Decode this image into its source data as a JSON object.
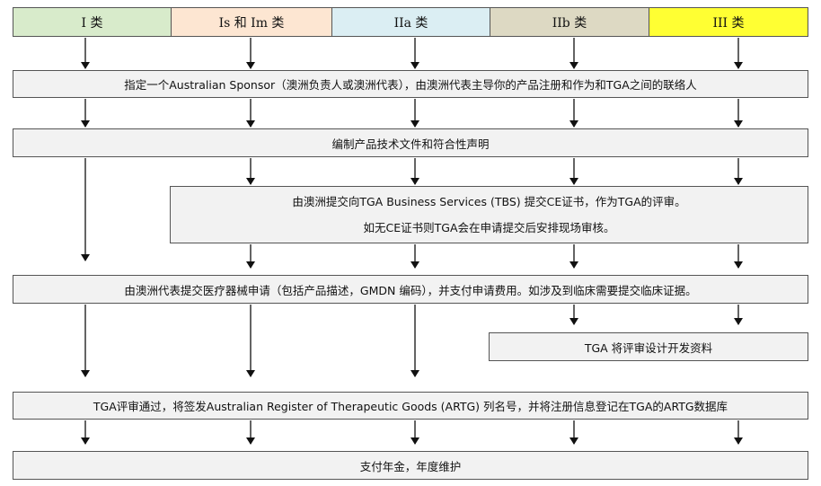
{
  "headers": [
    {
      "label": "I 类",
      "color": "#d8ebcb"
    },
    {
      "label": "Is 和 Im 类",
      "color": "#fde6d2"
    },
    {
      "label": "IIa 类",
      "color": "#dbeef3"
    },
    {
      "label": "IIb 类",
      "color": "#ddd9c3"
    },
    {
      "label": "III 类",
      "color": "#ffff33"
    }
  ],
  "steps": {
    "sponsor": "指定一个Australian Sponsor（澳洲负责人或澳洲代表），由澳洲代表主导你的产品注册和作为和TGA之间的联络人",
    "techfile": "编制产品技术文件和符合性声明",
    "ce_line1": "由澳洲提交向TGA Business Services (TBS)  提交CE证书，作为TGA的评审。",
    "ce_line2": "如无CE证书则TGA会在申请提交后安排现场审核。",
    "application": "由澳洲代表提交医疗器械申请（包括产品描述，GMDN 编码），并支付申请费用。如涉及到临床需要提交临床证据。",
    "design_review": "TGA 将评审设计开发资料",
    "artg": "TGA评审通过，将签发Australian Register of Therapeutic Goods (ARTG)  列名号，并将注册信息登记在TGA的ARTG数据库",
    "annual": "支付年金，年度维护"
  }
}
